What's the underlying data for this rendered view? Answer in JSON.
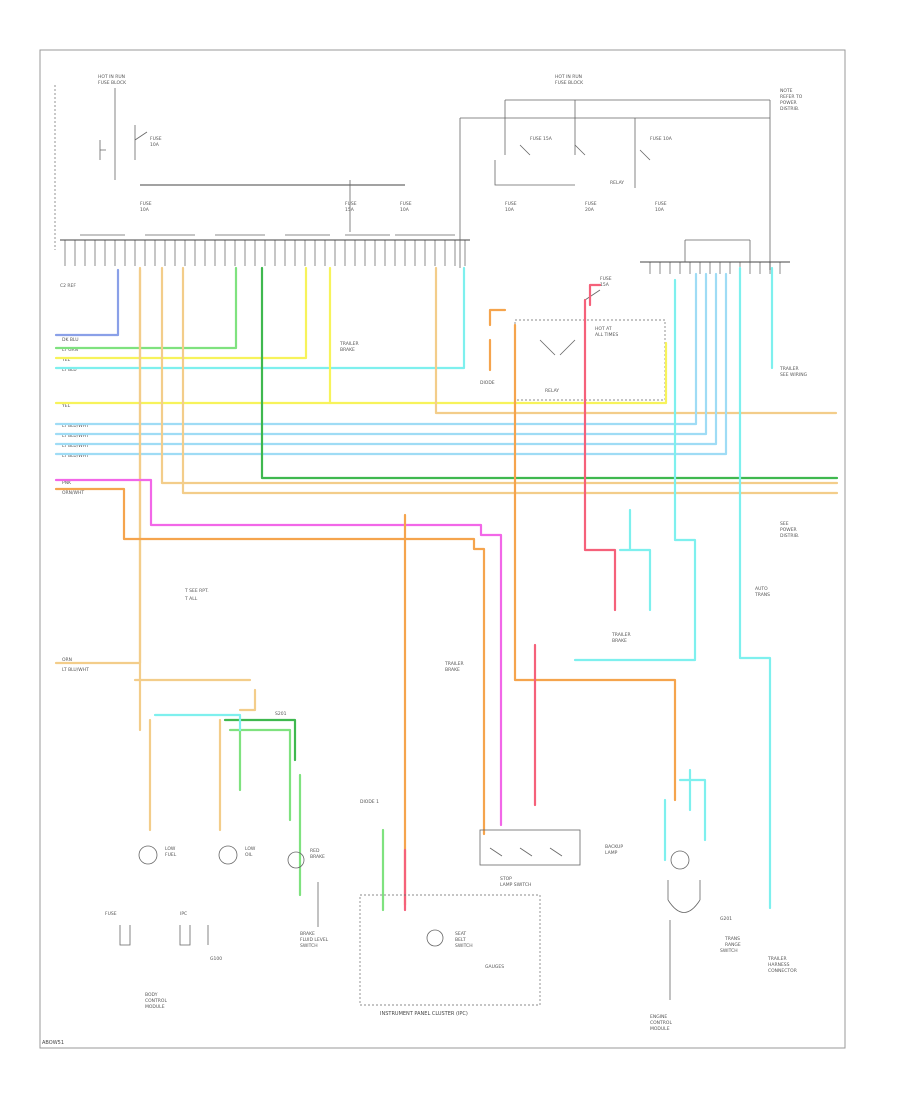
{
  "diagram_id": "ABOW51",
  "colors": {
    "blue": "#8aa0e8",
    "light_green": "#7fe27f",
    "yellow": "#f7f35b",
    "cyan": "#7ef0ee",
    "light_blue": "#9fdcf5",
    "dark_green": "#3fb84f",
    "tan": "#f3cd8a",
    "orange": "#f5a44d",
    "magenta": "#f267e8",
    "pink": "#f5617a",
    "frame": "#999999",
    "line": "#444444"
  },
  "labels": {
    "hot_run_left": "HOT IN RUN",
    "hot_run_right": "HOT IN RUN",
    "fuse_left": "FUSE BLOCK",
    "fuse_right": "FUSE BLOCK",
    "gauges": "GAUGES",
    "cluster": "INSTRUMENT PANEL CLUSTER (IPC)",
    "wiring_note": "SEE WIRING",
    "ground_left": "G100",
    "ground_right": "G201",
    "splice": "S201",
    "relay_text": "RELAY",
    "connector": "C2",
    "module": "MODULE"
  }
}
